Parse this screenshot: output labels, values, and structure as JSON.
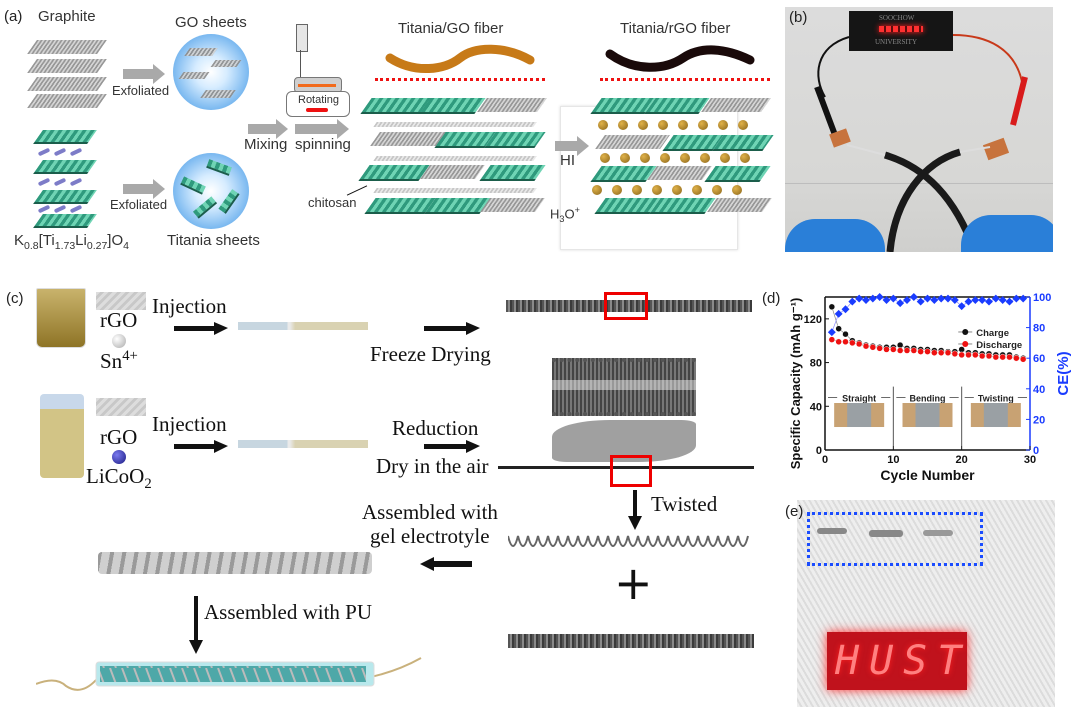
{
  "panels": {
    "a": {
      "label": "(a)",
      "graphite": "Graphite",
      "go_sheets": "GO sheets",
      "exfoliated_1": "Exfoliated",
      "exfoliated_2": "Exfoliated",
      "titania_sheets": "Titania sheets",
      "formula_k": "K",
      "formula_k_sub": "0.8",
      "formula_ti": "[Ti",
      "formula_ti_sub": "1.73",
      "formula_li": "Li",
      "formula_li_sub": "0.27",
      "formula_o": "]O",
      "formula_o_sub": "4",
      "rotating": "Rotating",
      "mixing": "Mixing",
      "spinning": "spinning",
      "chitosan": "chitosan",
      "titania_go_fiber": "Titania/GO fiber",
      "titania_rgo_fiber": "Titania/rGO fiber",
      "hi": "HI",
      "h3o": "H",
      "h3o_sub": "3",
      "h3o_rest": "O",
      "h3o_sup": "+"
    },
    "b": {
      "label": "(b)",
      "box_top": "SOOCHOW",
      "box_bottom": "UNIVERSITY"
    },
    "c": {
      "label": "(c)",
      "rgo_1": "rGO",
      "sn": "Sn",
      "sn_sup": "4+",
      "injection_1": "Injection",
      "freeze_drying": "Freeze Drying",
      "rgo_2": "rGO",
      "licoo": "LiCoO",
      "licoo_sub": "2",
      "injection_2": "Injection",
      "reduction": "Reduction",
      "dry_in_air": "Dry in the air",
      "twisted": "Twisted",
      "assembled_gel_1": "Assembled with",
      "assembled_gel_2": "gel electrotyle",
      "assembled_pu": "Assembled  with PU",
      "plus": "+"
    },
    "d": {
      "label": "(d)"
    },
    "e": {
      "label": "(e)",
      "display_text": "HUST"
    }
  },
  "chart_data": {
    "type": "scatter",
    "title": "",
    "xlabel": "Cycle Number",
    "ylabel": "Specific Capacity (mAh g⁻¹)",
    "y2label": "CE(%)",
    "xlim": [
      0,
      30
    ],
    "ylim": [
      0,
      140
    ],
    "y2lim": [
      0,
      100
    ],
    "xticks": [
      0,
      10,
      20,
      30
    ],
    "yticks": [
      0,
      40,
      80,
      120
    ],
    "y2ticks": [
      0,
      20,
      40,
      60,
      80,
      100
    ],
    "legend": {
      "position": "right-upper",
      "entries": [
        "Charge",
        "Discharge"
      ]
    },
    "grid": false,
    "segments": [
      {
        "label": "Straight",
        "from": 0,
        "to": 10
      },
      {
        "label": "Bending",
        "from": 10,
        "to": 20
      },
      {
        "label": "Twisting",
        "from": 20,
        "to": 30
      }
    ],
    "x": [
      1,
      2,
      3,
      4,
      5,
      6,
      7,
      8,
      9,
      10,
      11,
      12,
      13,
      14,
      15,
      16,
      17,
      18,
      19,
      20,
      21,
      22,
      23,
      24,
      25,
      26,
      27,
      28,
      29
    ],
    "series": [
      {
        "name": "Charge",
        "axis": "left",
        "color": "#111111",
        "values": [
          131,
          111,
          106,
          100,
          98,
          96,
          95,
          94,
          94,
          94,
          96,
          93,
          93,
          92,
          92,
          91,
          91,
          90,
          90,
          92,
          89,
          89,
          88,
          88,
          87,
          87,
          87,
          85,
          84
        ]
      },
      {
        "name": "Discharge",
        "axis": "left",
        "color": "#ee1111",
        "values": [
          101,
          99,
          99,
          98,
          97,
          95,
          94,
          93,
          92,
          92,
          91,
          91,
          91,
          90,
          90,
          89,
          89,
          89,
          88,
          87,
          87,
          87,
          86,
          86,
          85,
          85,
          85,
          84,
          83
        ]
      },
      {
        "name": "CE",
        "axis": "right",
        "color": "#1a3cff",
        "values": [
          77,
          89,
          92,
          97,
          99,
          98,
          99,
          100,
          98,
          99,
          96,
          98,
          100,
          97,
          99,
          98,
          99,
          99,
          98,
          94,
          97,
          98,
          98,
          97,
          99,
          98,
          97,
          99,
          99
        ]
      }
    ]
  },
  "colors": {
    "ce_blue": "#1a3cff",
    "discharge_red": "#ee1111",
    "charge_black": "#111111",
    "led_red": "#ff2020",
    "titania_green": "#3fae8c",
    "highlight_red": "#e00000"
  }
}
